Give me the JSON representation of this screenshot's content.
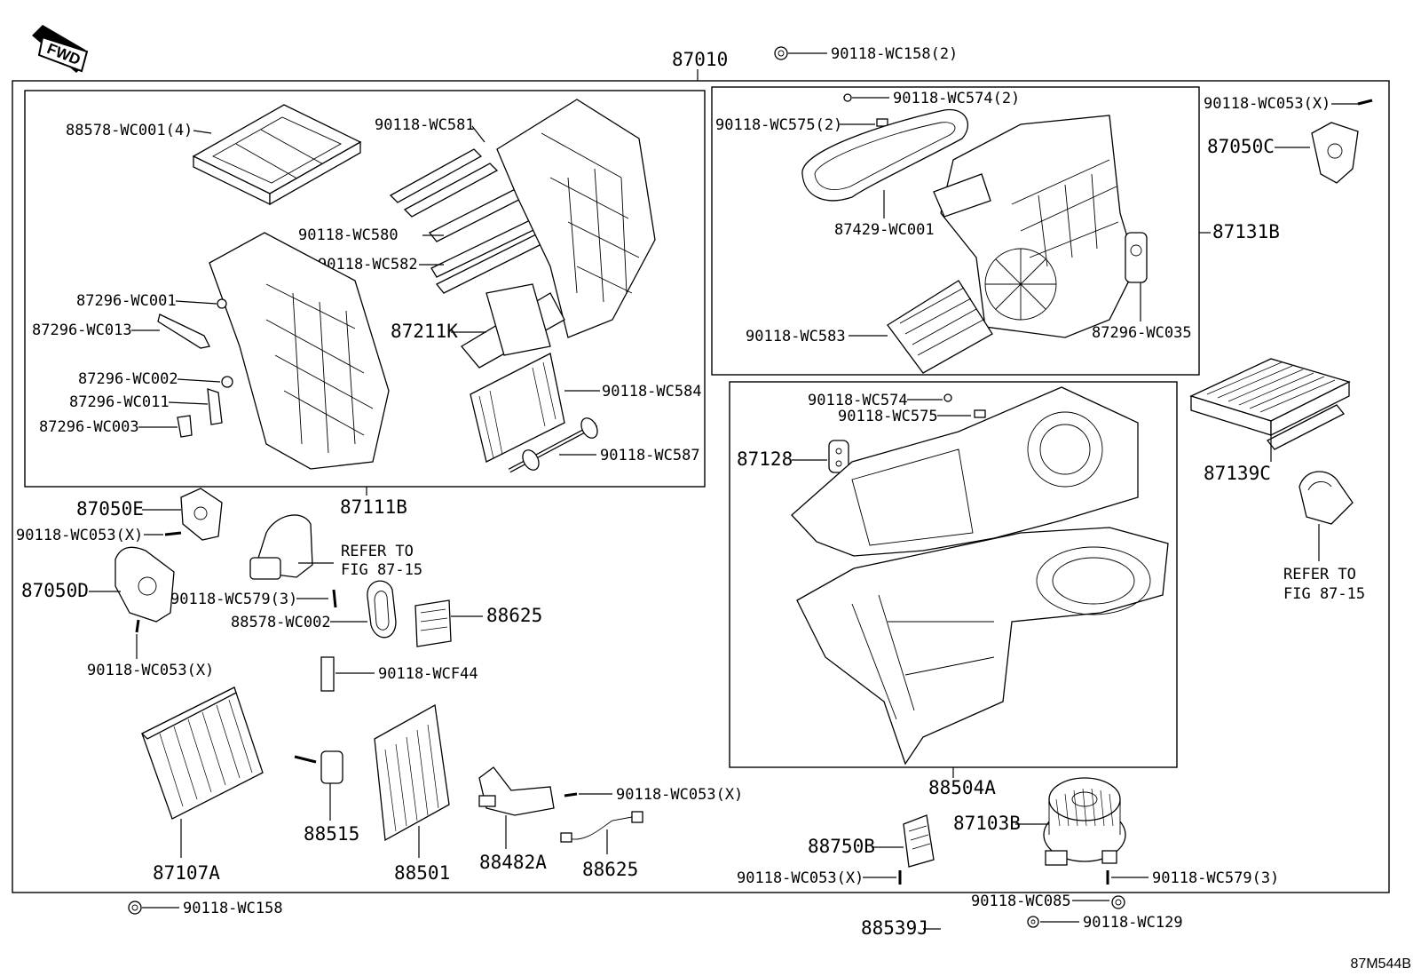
{
  "direction_arrow": {
    "label": "FWD"
  },
  "figure_code": "87M544B",
  "assembly_number": "87010",
  "groups": {
    "heater_unit": "87111B",
    "blower_case": "87131B",
    "blower_housing": "88504A"
  },
  "references": {
    "refer_left": "REFER TO\nFIG 87-15",
    "refer_right": "REFER TO\nFIG 87-15"
  },
  "parts": [
    {
      "part_no": "90118-WC158(2)"
    },
    {
      "part_no": "88578-WC001(4)"
    },
    {
      "part_no": "90118-WC581"
    },
    {
      "part_no": "90118-WC580"
    },
    {
      "part_no": "90118-WC582"
    },
    {
      "part_no": "87296-WC001"
    },
    {
      "part_no": "87296-WC013"
    },
    {
      "part_no": "87211K"
    },
    {
      "part_no": "87296-WC002"
    },
    {
      "part_no": "87296-WC011"
    },
    {
      "part_no": "87296-WC003"
    },
    {
      "part_no": "90118-WC584"
    },
    {
      "part_no": "90118-WC587"
    },
    {
      "part_no": "90118-WC574(2)"
    },
    {
      "part_no": "90118-WC575(2)"
    },
    {
      "part_no": "87429-WC001"
    },
    {
      "part_no": "90118-WC583"
    },
    {
      "part_no": "87296-WC035"
    },
    {
      "part_no": "90118-WC053(X)"
    },
    {
      "part_no": "87050C"
    },
    {
      "part_no": "87139C"
    },
    {
      "part_no": "90118-WC574"
    },
    {
      "part_no": "90118-WC575"
    },
    {
      "part_no": "87128"
    },
    {
      "part_no": "87050E"
    },
    {
      "part_no": "90118-WC053(X)"
    },
    {
      "part_no": "87050D"
    },
    {
      "part_no": "90118-WC579(3)"
    },
    {
      "part_no": "88578-WC002"
    },
    {
      "part_no": "88625"
    },
    {
      "part_no": "90118-WC053(X)"
    },
    {
      "part_no": "90118-WCF44"
    },
    {
      "part_no": "90118-WC053(X)"
    },
    {
      "part_no": "88515"
    },
    {
      "part_no": "88501"
    },
    {
      "part_no": "88482A"
    },
    {
      "part_no": "88625"
    },
    {
      "part_no": "87107A"
    },
    {
      "part_no": "87103B"
    },
    {
      "part_no": "88750B"
    },
    {
      "part_no": "90118-WC053(X)"
    },
    {
      "part_no": "90118-WC579(3)"
    },
    {
      "part_no": "90118-WC158"
    },
    {
      "part_no": "90118-WC085"
    },
    {
      "part_no": "90118-WC129"
    },
    {
      "part_no": "88539J"
    }
  ]
}
